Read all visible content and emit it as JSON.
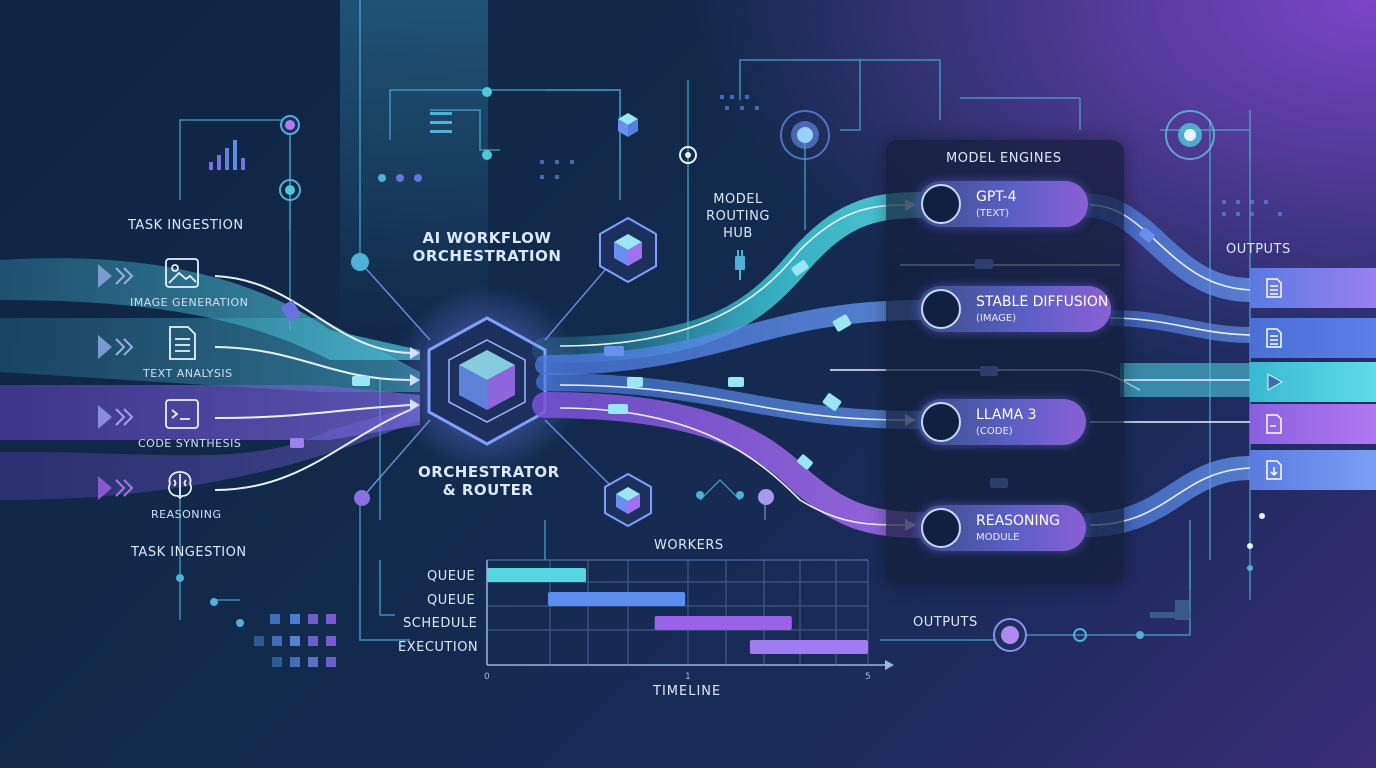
{
  "colors": {
    "cyan": "#55d6e0",
    "blue": "#5b8ef0",
    "purple": "#9a62e8",
    "bg": "#122a4c"
  },
  "labels": {
    "task_ingestion_top": "TASK INGESTION",
    "task_ingestion_bottom": "TASK INGESTION",
    "title": "AI WORKFLOW ORCHESTRATION",
    "orchestrator": "ORCHESTRATOR & ROUTER",
    "routing_hub": "MODEL ROUTING HUB",
    "model_engines": "MODEL ENGINES",
    "outputs_right": "OUTPUTS",
    "outputs_bottom": "OUTPUTS",
    "workers": "WORKERS",
    "timeline": "TIMELINE"
  },
  "inputs": [
    {
      "label": "IMAGE GENERATION",
      "icon": "image-icon"
    },
    {
      "label": "TEXT ANALYSIS",
      "icon": "document-icon"
    },
    {
      "label": "CODE SYNTHESIS",
      "icon": "terminal-icon"
    },
    {
      "label": "REASONING",
      "icon": "brain-icon"
    }
  ],
  "engines": [
    {
      "name": "GPT-4",
      "sub": "(TEXT)",
      "icon": "openai-logo-icon"
    },
    {
      "name": "STABLE DIFFUSION",
      "sub": "(IMAGE)",
      "icon": "image-icon"
    },
    {
      "name": "LLAMA 3",
      "sub": "(CODE)",
      "icon": "openai-logo-icon"
    },
    {
      "name": "REASONING",
      "sub": "MODULE",
      "icon": "atom-icon"
    }
  ],
  "outputs": [
    {
      "icon": "document-icon"
    },
    {
      "icon": "document-icon"
    },
    {
      "icon": "play-icon"
    },
    {
      "icon": "code-file-icon"
    },
    {
      "icon": "download-file-icon"
    }
  ],
  "stages": [
    "QUEUE",
    "QUEUE",
    "SCHEDULE",
    "EXECUTION"
  ],
  "gantt": {
    "axis_ticks": [
      "0",
      "1",
      "5"
    ],
    "tasks": [
      {
        "start": 0.0,
        "end": 0.26,
        "color": "#55d6e0"
      },
      {
        "start": 0.16,
        "end": 0.52,
        "color": "#5b8ef0"
      },
      {
        "start": 0.44,
        "end": 0.8,
        "color": "#9a62e8"
      },
      {
        "start": 0.69,
        "end": 1.0,
        "color": "#a07cf0"
      }
    ]
  }
}
